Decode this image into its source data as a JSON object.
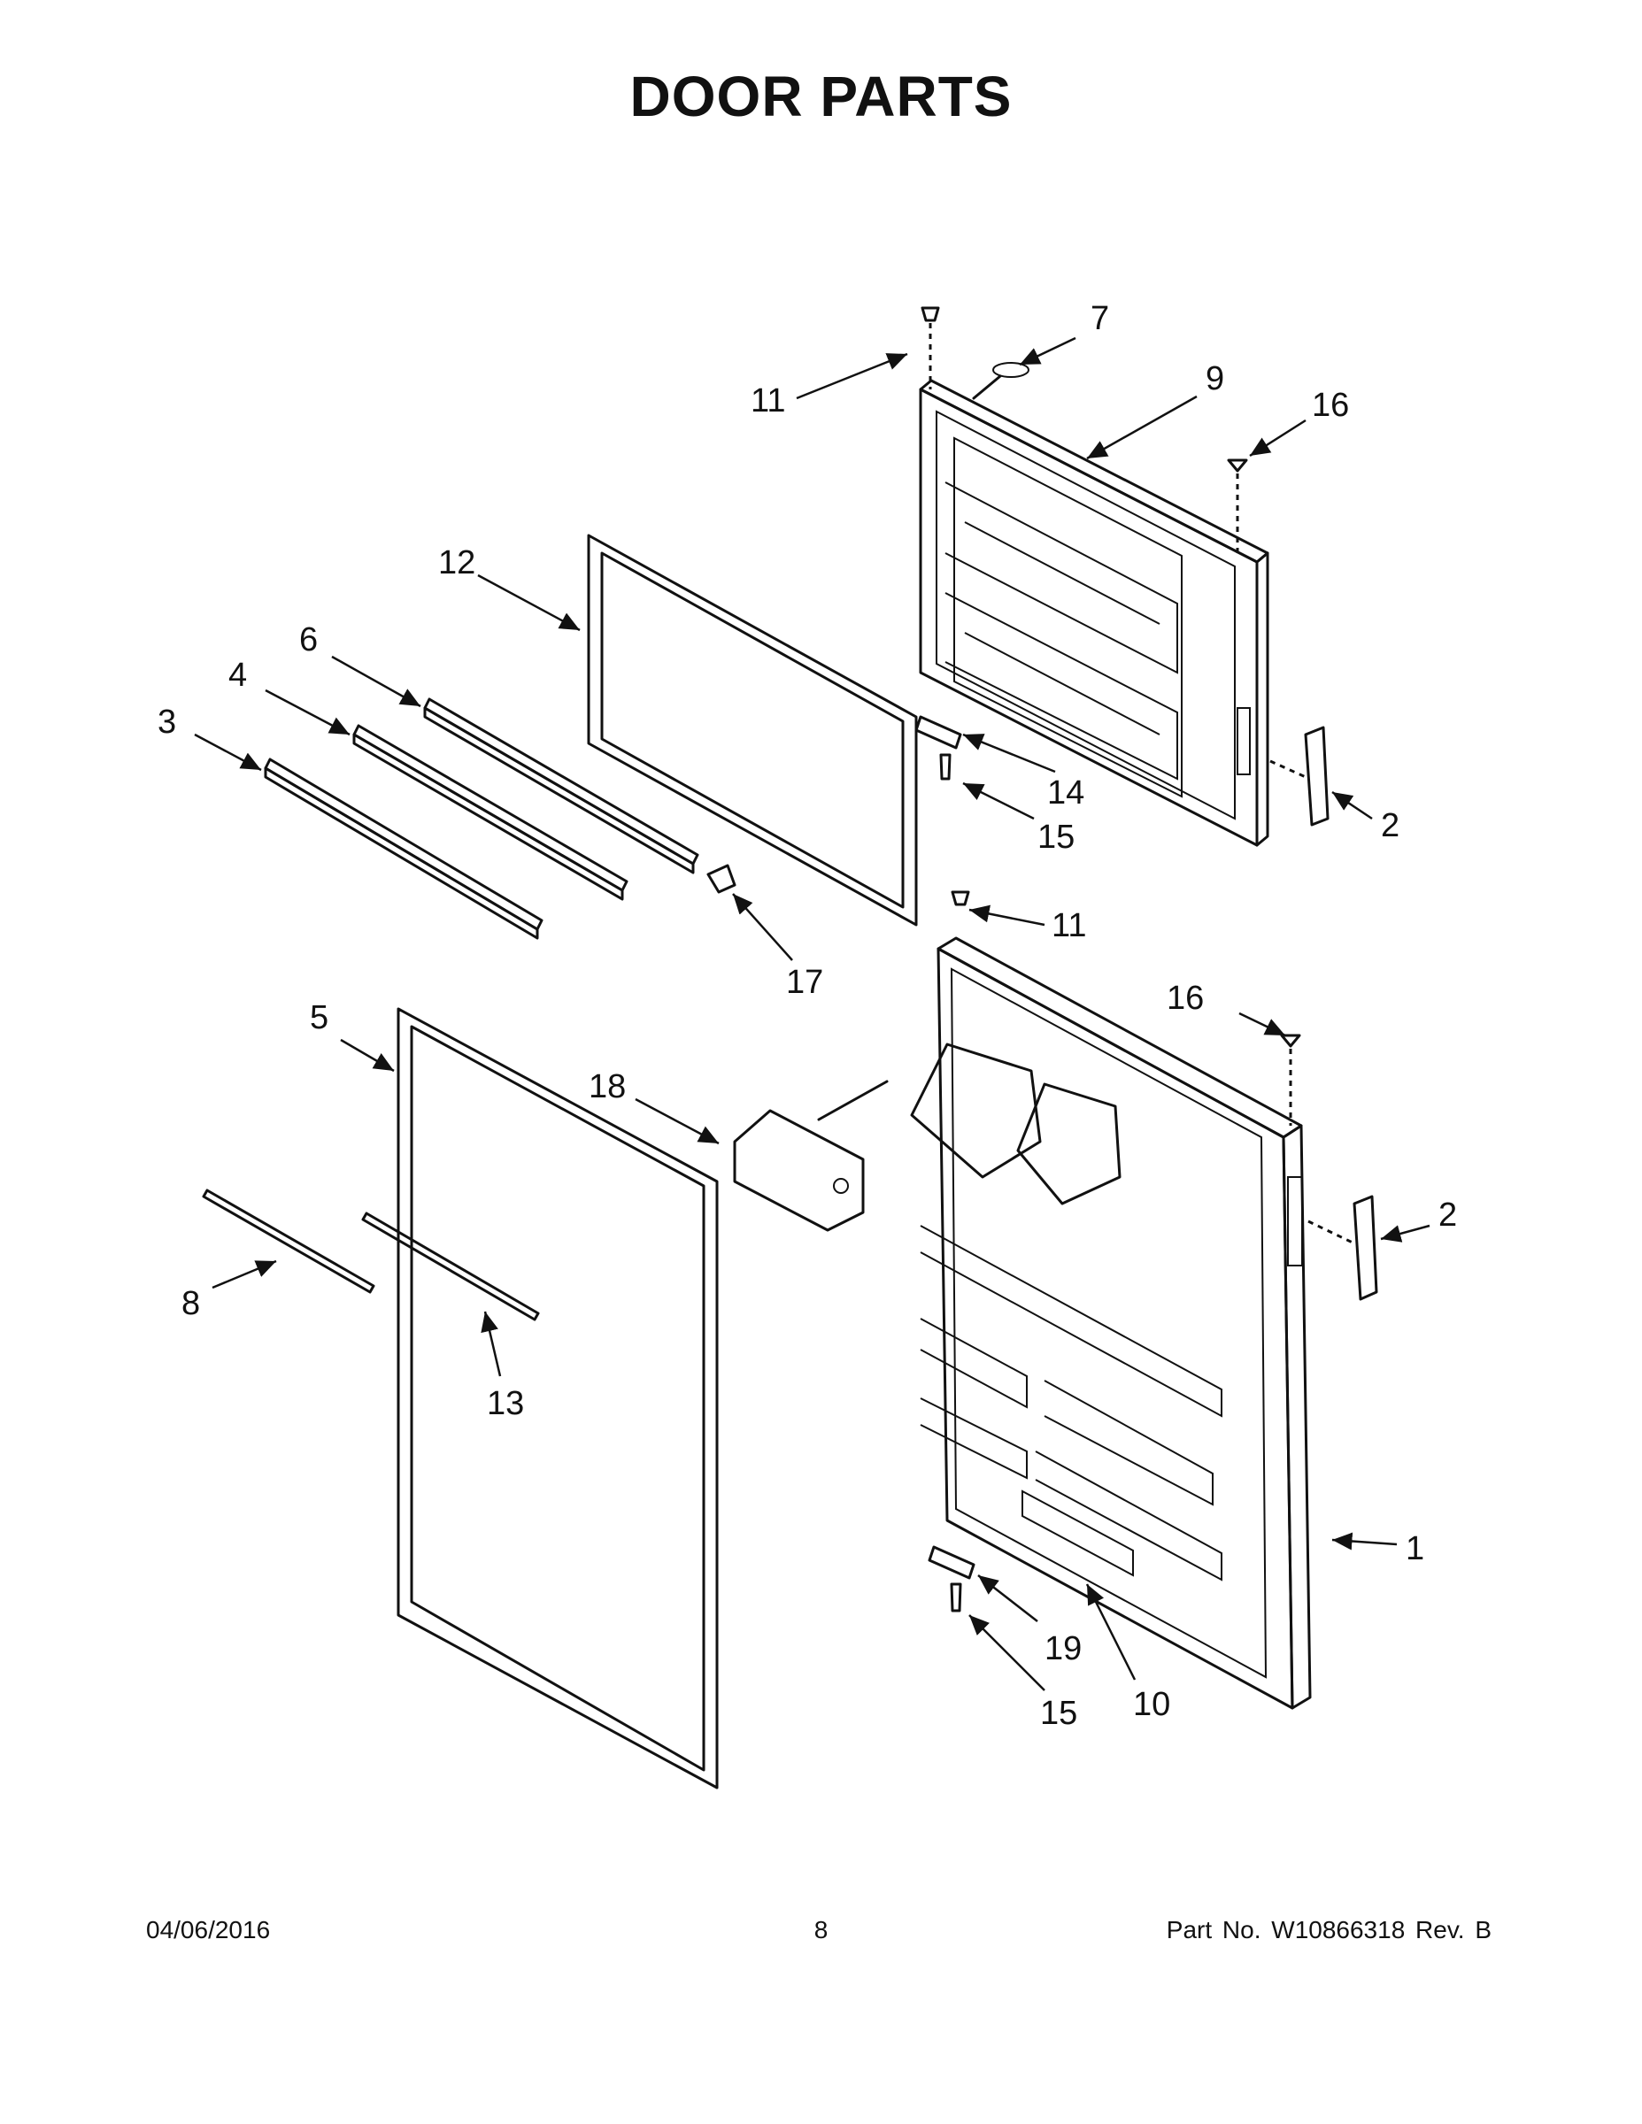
{
  "title": "DOOR PARTS",
  "callouts": {
    "c1": "1",
    "c2a": "2",
    "c2b": "2",
    "c3": "3",
    "c4": "4",
    "c5": "5",
    "c6": "6",
    "c7": "7",
    "c8": "8",
    "c9": "9",
    "c10": "10",
    "c11a": "11",
    "c11b": "11",
    "c12": "12",
    "c13": "13",
    "c14": "14",
    "c15a": "15",
    "c15b": "15",
    "c16a": "16",
    "c16b": "16",
    "c17": "17",
    "c18": "18",
    "c19": "19"
  },
  "footer": {
    "date": "04/06/2016",
    "page": "8",
    "part_no": "Part No.  W10866318  Rev.  B"
  }
}
